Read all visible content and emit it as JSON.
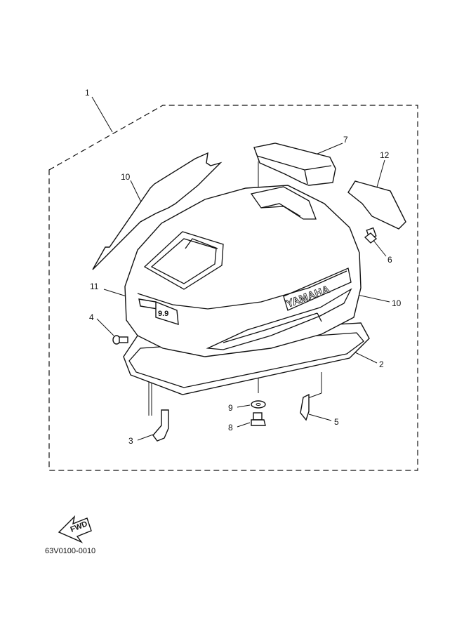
{
  "callouts": {
    "c1": "1",
    "c10a": "10",
    "c7": "7",
    "c12": "12",
    "c6": "6",
    "c11": "11",
    "c10b": "10",
    "c4": "4",
    "c2": "2",
    "c9": "9",
    "c8": "8",
    "c3": "3",
    "c5": "5"
  },
  "brand_text": "YAMAHA",
  "badge_text": "9.9",
  "fwd_text": "FWD",
  "diagram_code": "63V0100-0010"
}
